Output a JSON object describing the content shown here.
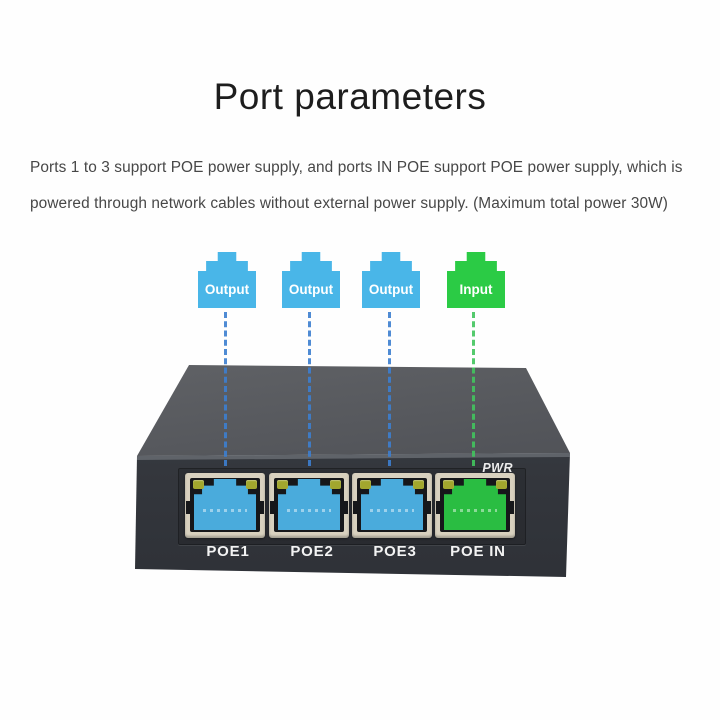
{
  "header": {
    "title": "Port parameters",
    "description": [
      "Ports 1 to 3 support POE power supply, and ports IN POE support POE power supply, which is",
      "powered through network cables without external power supply. (Maximum total power 30W)"
    ]
  },
  "legend": {
    "connectors": [
      {
        "label": "Output",
        "type": "output",
        "color": "#49b6e8",
        "line_color": "#3d7fd0"
      },
      {
        "label": "Output",
        "type": "output",
        "color": "#49b6e8",
        "line_color": "#3d7fd0"
      },
      {
        "label": "Output",
        "type": "output",
        "color": "#49b6e8",
        "line_color": "#3d7fd0"
      },
      {
        "label": "Input",
        "type": "input",
        "color": "#2bcb45",
        "line_color": "#42c55e"
      }
    ]
  },
  "device": {
    "pwr_label": "PWR",
    "ports": [
      {
        "label": "POE1",
        "jack_color": "#4aabdc"
      },
      {
        "label": "POE2",
        "jack_color": "#4aabdc"
      },
      {
        "label": "POE3",
        "jack_color": "#4aabdc"
      },
      {
        "label": "POE IN",
        "jack_color": "#2abd42"
      }
    ]
  },
  "colors": {
    "port_bezel": "#d8d1bf",
    "led": "#a2a72e"
  }
}
